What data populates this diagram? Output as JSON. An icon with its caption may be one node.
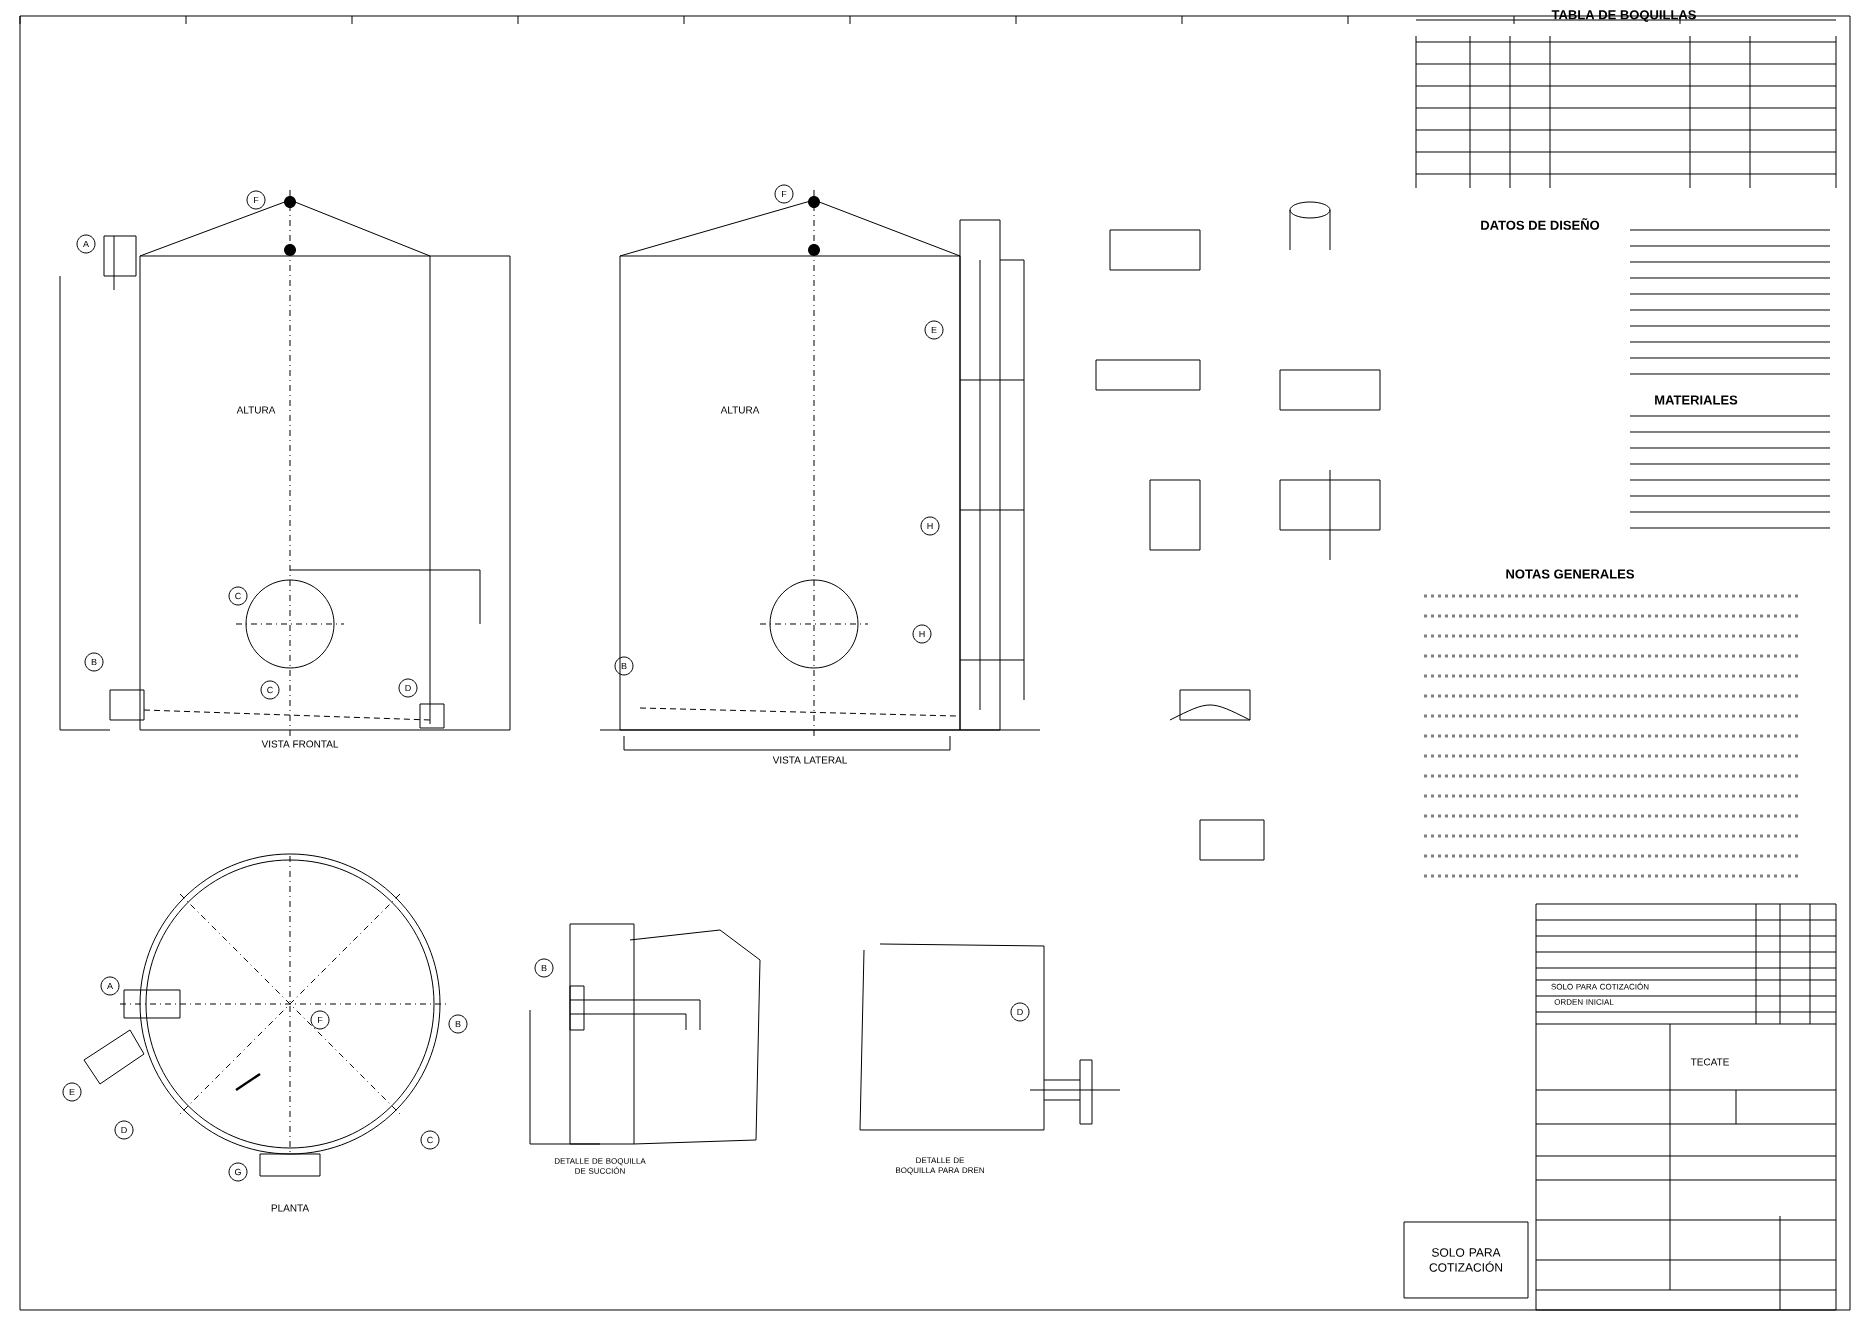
{
  "diagram": {
    "nodes": [
      {
        "text": [
          "SOLO PARA COTIZACIÓN"
        ]
      }
    ],
    "labels": [
      "TABLA DE BOQUILLAS",
      "F",
      "A",
      "F",
      "DATOS DE DISEÑO",
      "E",
      "ALTURA",
      "ALTURA",
      "MATERIALES",
      "NOTAS GENERALES",
      "H",
      "C",
      "H",
      "B",
      "B",
      "C",
      "D",
      "VISTA FRONTAL",
      "VISTA LATERAL",
      "SOLO PARA COTIZACIÓN",
      "ORDEN INICIAL",
      "B",
      "D",
      "A",
      "F",
      "B",
      "TECATE",
      "E",
      "D",
      "C",
      "DETALLE DE BOQUILLA DE SUCCIÓN",
      "DETALLE DE BOQUILLA PARA DREN",
      "G",
      "PLANTA"
    ]
  }
}
